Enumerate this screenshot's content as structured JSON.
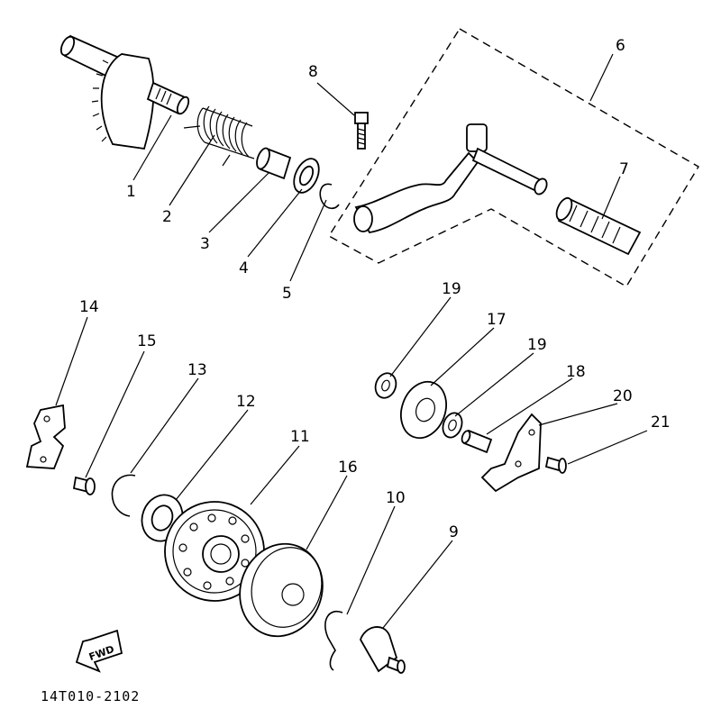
{
  "diagram": {
    "part_numbers": [
      "1",
      "2",
      "3",
      "4",
      "5",
      "6",
      "7",
      "8",
      "9",
      "10",
      "11",
      "12",
      "13",
      "14",
      "15",
      "16",
      "17",
      "18",
      "19",
      "19",
      "20",
      "21"
    ],
    "drawing_code": "14T010-2102",
    "fwd_label": "FWD"
  }
}
